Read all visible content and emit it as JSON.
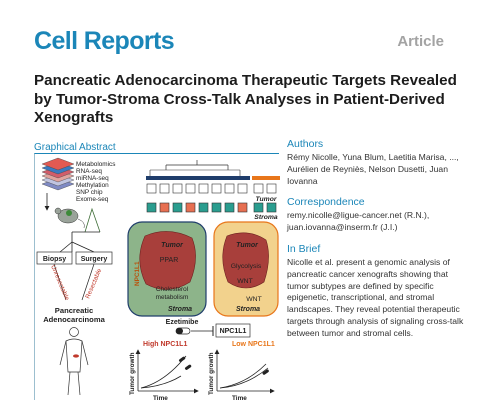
{
  "journal": "Cell Reports",
  "article_type": "Article",
  "title": "Pancreatic Adenocarcinoma Therapeutic Targets Revealed by Tumor-Stroma Cross-Talk Analyses in Patient-Derived Xenografts",
  "graphical_abstract": {
    "heading": "Graphical Abstract",
    "omics": [
      "Metabolomics",
      "RNA-seq",
      "miRNA-seq",
      "Methylation",
      "SNP chip",
      "Exome-seq"
    ],
    "biopsy": "Biopsy",
    "surgery": "Surgery",
    "unresectable": "Unresectable",
    "resectable": "Resectable",
    "disease_line1": "Pancreatic",
    "disease_line2": "Adenocarcinoma",
    "tumor": "Tumor",
    "stroma": "Stroma",
    "left_panel": {
      "tumor": "Tumor",
      "pathway": "PPAR",
      "marker": "NPC1L1",
      "process_line1": "Cholesterol",
      "process_line2": "metabolism",
      "stroma": "Stroma"
    },
    "right_panel": {
      "tumor": "Tumor",
      "pathway1": "Glycolysis",
      "pathway2": "WNT",
      "pathway3": "WNT",
      "stroma": "Stroma"
    },
    "drug": "Ezetimibe",
    "drug_target": "NPC1L1",
    "plot_left_title": "High NPC1L1",
    "plot_right_title": "Low NPC1L1",
    "y_axis": "Tumor growth",
    "x_axis": "Time"
  },
  "authors_heading": "Authors",
  "authors": "Rémy Nicolle, Yuna Blum, Laetitia Marisa, ..., Aurélien de Reyniès, Nelson Dusetti, Juan Iovanna",
  "correspondence_heading": "Correspondence",
  "correspondence": "remy.nicolle@ligue-cancer.net (R.N.), juan.iovanna@inserm.fr (J.I.)",
  "in_brief_heading": "In Brief",
  "in_brief": "Nicolle et al. present a genomic analysis of pancreatic cancer xenografts showing that tumor subtypes are defined by specific epigenetic, transcriptional, and stromal landscapes. They reveal potential therapeutic targets through analysis of signaling cross-talk between tumor and stromal cells.",
  "colors": {
    "brand": "#1b86b8",
    "left_group": "#1f3d6b",
    "right_group": "#e8761a",
    "tumor": "#a83f3b",
    "stroma": "#8db48a"
  }
}
